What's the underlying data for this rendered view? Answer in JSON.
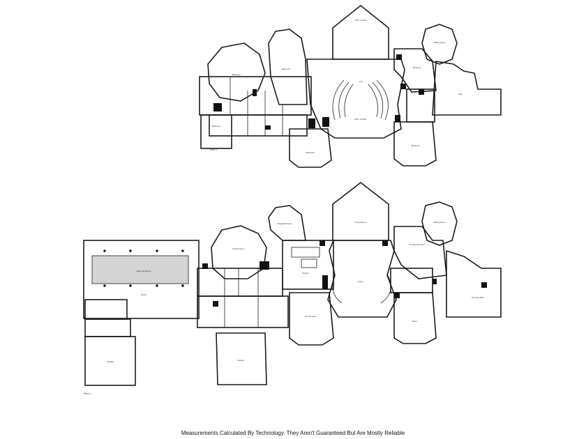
{
  "footer": {
    "disclaimer": "Measurements Calculated By Technology. They Aren't Guaranteed But Are Mostly Reliable"
  },
  "floor_upper": {
    "tag": "Floor 2"
  },
  "floor_lower": {
    "tag": "Floor 1"
  }
}
